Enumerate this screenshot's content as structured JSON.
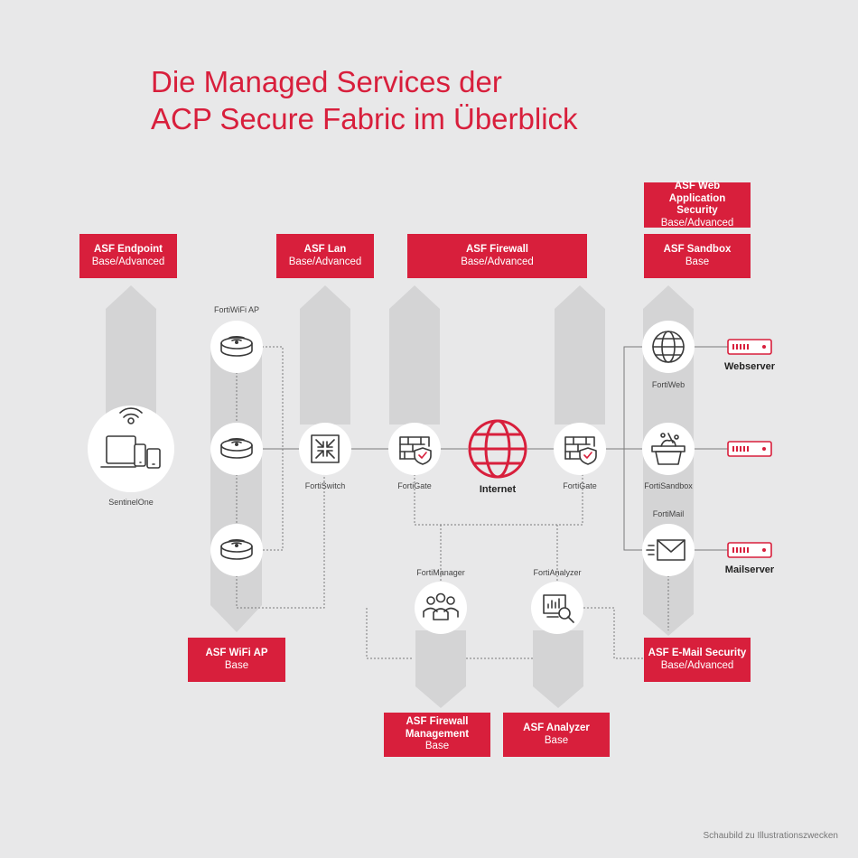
{
  "title": {
    "line1": "Die Managed Services der",
    "line2": "ACP Secure Fabric im Überblick"
  },
  "service_boxes": {
    "endpoint": {
      "title": "ASF Endpoint",
      "subtitle": "Base/Advanced"
    },
    "lan": {
      "title": "ASF Lan",
      "subtitle": "Base/Advanced"
    },
    "firewall": {
      "title": "ASF Firewall",
      "subtitle": "Base/Advanced"
    },
    "webapp": {
      "title": "ASF Web Application Security",
      "subtitle": "Base/Advanced"
    },
    "sandbox": {
      "title": "ASF Sandbox",
      "subtitle": "Base"
    },
    "wifi": {
      "title": "ASF WiFi AP",
      "subtitle": "Base"
    },
    "email": {
      "title": "ASF E-Mail Security",
      "subtitle": "Base/Advanced"
    },
    "fw_mgmt": {
      "title": "ASF Firewall Management",
      "subtitle": "Base"
    },
    "analyzer": {
      "title": "ASF Analyzer",
      "subtitle": "Base"
    }
  },
  "node_labels": {
    "fortiwifi_ap": "FortiWiFi AP",
    "sentinelone": "SentinelOne",
    "fortiswitch": "FortiSwitch",
    "fortigate_left": "FortiGate",
    "internet": "Internet",
    "fortigate_right": "FortiGate",
    "fortiweb": "FortiWeb",
    "fortisandbox": "FortiSandbox",
    "fortimail": "FortiMail",
    "fortimanager": "FortiManager",
    "fortianalyzer": "FortiAnalyzer",
    "webserver": "Webserver",
    "mailserver": "Mailserver"
  },
  "footnote": "Schaubild zu Illustrationszwecken",
  "colors": {
    "accent": "#d81f3c",
    "background": "#e8e8e9",
    "band": "#d4d4d5",
    "node_fill": "#ffffff",
    "icon_stroke": "#3a3a3a",
    "connector": "#7a7a7a"
  }
}
